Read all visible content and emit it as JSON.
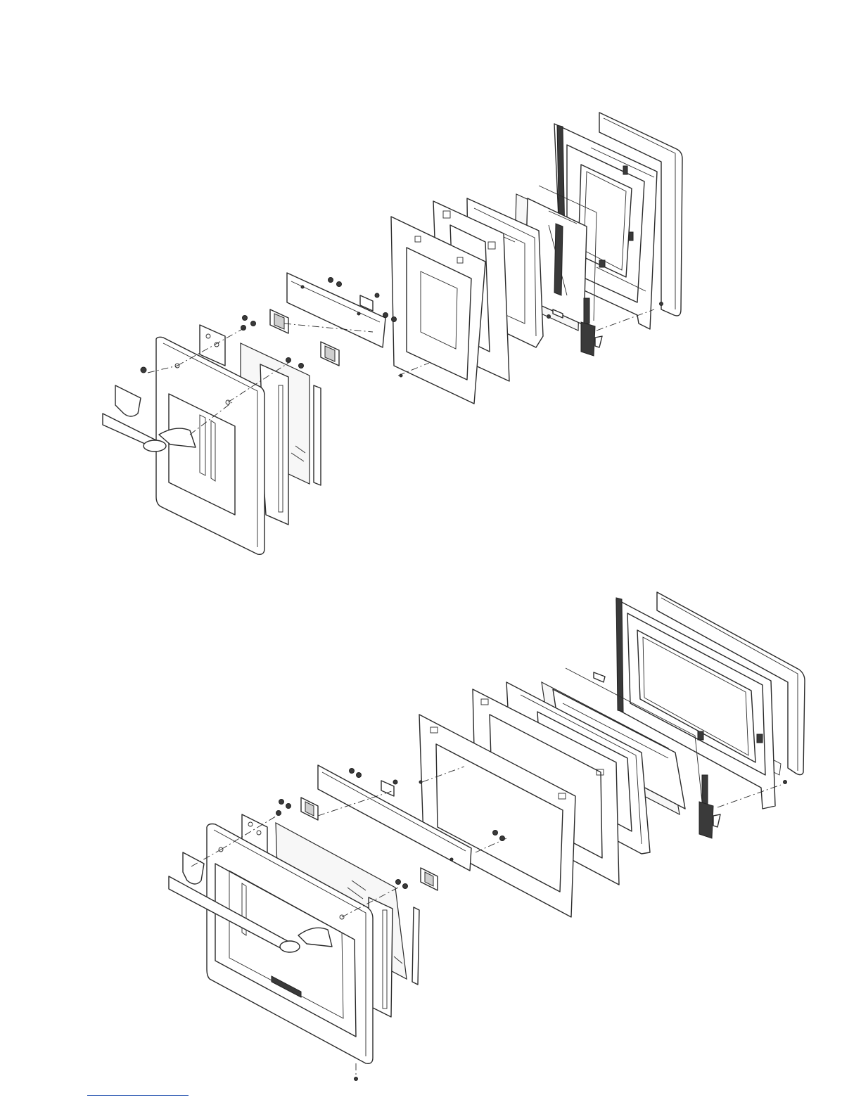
{
  "page": {
    "background": "#ffffff"
  },
  "colors": {
    "line": "#2a2a2a",
    "footer_rule": "#1f4fae"
  },
  "diagrams": [
    {
      "id": "upper",
      "parts": [
        "handle",
        "outer-door-frame",
        "glass-pane",
        "trim-strip",
        "hinge-bracket",
        "upper-trim-bar",
        "fastener-screw",
        "inner-panel",
        "insulation-panel",
        "glass-pack",
        "door-liner",
        "gasket",
        "hinge-arm"
      ]
    },
    {
      "id": "lower",
      "parts": [
        "handle",
        "outer-door-frame",
        "glass-pane",
        "trim-strip",
        "hinge-bracket",
        "upper-trim-bar",
        "fastener-screw",
        "inner-panel",
        "insulation-panel",
        "glass-pack",
        "door-liner",
        "gasket",
        "hinge-arm",
        "brand-badge"
      ]
    }
  ]
}
